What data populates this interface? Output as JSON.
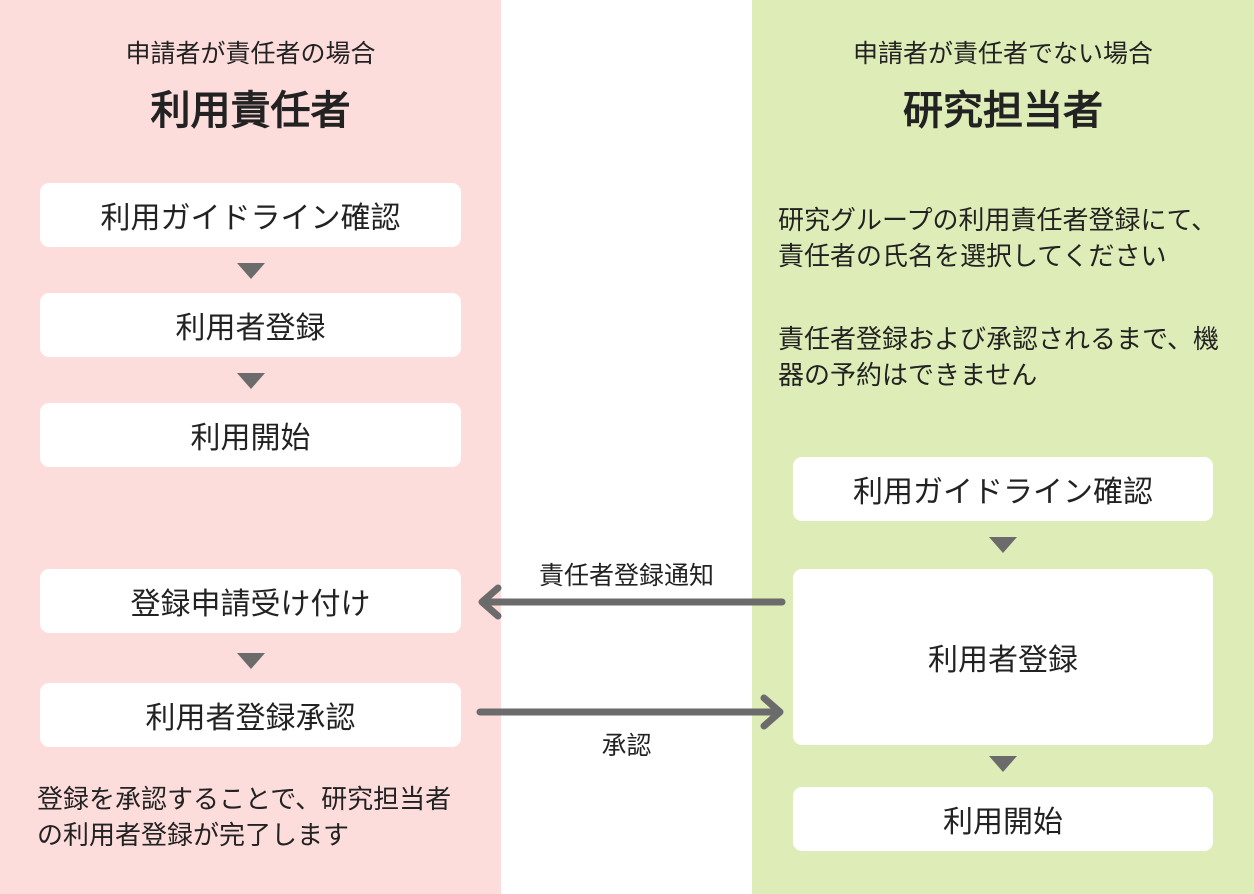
{
  "left": {
    "subtitle": "申請者が責任者の場合",
    "heading": "利用責任者",
    "steps": [
      "利用ガイドライン確認",
      "利用者登録",
      "利用開始"
    ],
    "approval_steps": [
      "登録申請受け付け",
      "利用者登録承認"
    ],
    "note": "登録を承認することで、研究担当者の利用者登録が完了します"
  },
  "right": {
    "subtitle": "申請者が責任者でない場合",
    "heading": "研究担当者",
    "note1": "研究グループの利用責任者登録にて、責任者の氏名を選択してください",
    "note2": "責任者登録および承認されるまで、機器の予約はできません",
    "steps": [
      "利用ガイドライン確認",
      "利用者登録",
      "利用開始"
    ]
  },
  "edges": {
    "notify_label": "責任者登録通知",
    "approve_label": "承認"
  },
  "colors": {
    "left_panel": "#fddcdc",
    "right_panel": "#deedb7",
    "arrow": "#6b6b6b",
    "box": "#ffffff"
  }
}
